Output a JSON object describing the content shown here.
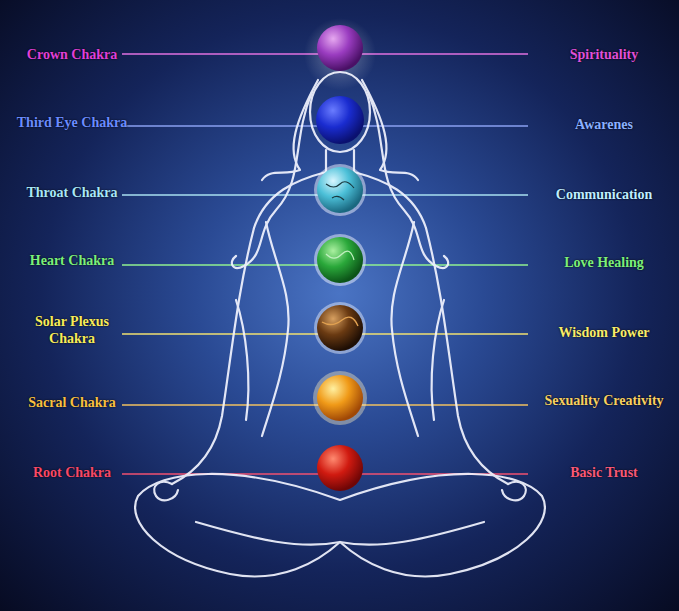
{
  "diagram": {
    "labels": [
      "Crown Chakra",
      "Spirituality",
      "Third Eye Chakra",
      "Awarenes",
      "Throat Chakra",
      "Communication",
      "Heart Chakra",
      "Love Healing",
      "Solar Plexus Chakra",
      "Wisdom Power",
      "Sacral Chakra",
      "Sexuality Creativity",
      "Root Chakra",
      "Basic Trust"
    ]
  }
}
